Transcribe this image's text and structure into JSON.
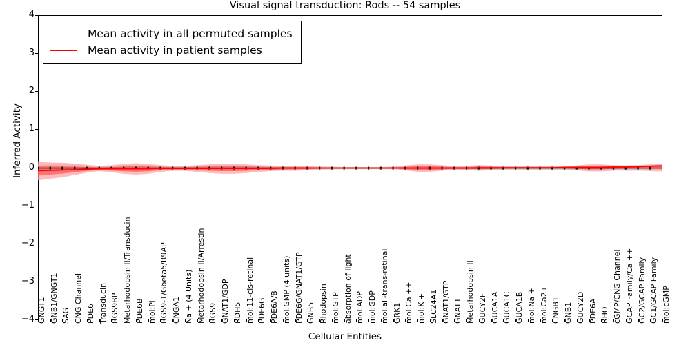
{
  "chart_data": {
    "type": "line",
    "title": "Visual signal transduction: Rods -- 54 samples",
    "xlabel": "Cellular Entities",
    "ylabel": "Inferred Activity",
    "ylim": [
      -4,
      4
    ],
    "yticks": [
      -4,
      -3,
      -2,
      -1,
      0,
      1,
      2,
      3,
      4
    ],
    "ytick_labels": [
      "−4",
      "−3",
      "−2",
      "−1",
      "0",
      "1",
      "2",
      "3",
      "4"
    ],
    "grid": false,
    "legend_position": "upper left",
    "n_samples": 54,
    "categories": [
      "GNGT1",
      "GNB1/GNGT1",
      "SAG",
      "CNG Channel",
      "PDE6",
      "Transducin",
      "RGS9BP",
      "Metarhodopsin II/Transducin",
      "PDE6B",
      "mol:Pi",
      "RGS9-1/Gbeta5/R9AP",
      "CNGA1",
      "Na + (4 Units)",
      "Metarhodopsin II/Arrestin",
      "RGS9",
      "GNAT1/GDP",
      "RDH5",
      "mol:11-cis-retinal",
      "PDE6G",
      "PDE6A/B",
      "mol:GMP (4 units)",
      "PDE6G/GNAT1/GTP",
      "GNB5",
      "Rhodopsin",
      "mol:GTP",
      "absorption of light",
      "mol:ADP",
      "mol:GDP",
      "mol:all-trans-retinal",
      "GRK1",
      "mol:Ca ++",
      "mol:K +",
      "SLC24A1",
      "GNAT1/GTP",
      "GNAT1",
      "Metarhodopsin II",
      "GUCY2F",
      "GUCA1A",
      "GUCA1C",
      "GUCA1B",
      "mol:Na +",
      "mol:Ca2+",
      "CNGB1",
      "GNB1",
      "GUCY2D",
      "PDE6A",
      "RHO",
      "cGMP/CNG Channel",
      "GCAP Family/Ca ++",
      "GC2/GCAP Family",
      "GC1/GCAP Family",
      "mol:cGMP"
    ],
    "series": [
      {
        "name": "Mean activity in all permuted samples",
        "color": "#000000",
        "band_color": "#c8c8c8",
        "values": [
          -0.02,
          -0.02,
          -0.02,
          -0.02,
          -0.02,
          -0.02,
          -0.02,
          -0.02,
          -0.02,
          -0.02,
          -0.02,
          -0.02,
          -0.02,
          -0.02,
          -0.02,
          -0.02,
          -0.02,
          -0.02,
          -0.02,
          -0.02,
          -0.02,
          -0.02,
          -0.02,
          -0.02,
          -0.02,
          -0.02,
          -0.02,
          -0.02,
          -0.02,
          -0.02,
          -0.02,
          -0.02,
          -0.02,
          -0.02,
          -0.02,
          -0.02,
          -0.02,
          -0.02,
          -0.02,
          -0.02,
          -0.02,
          -0.02,
          -0.02,
          -0.02,
          -0.02,
          -0.02,
          -0.02,
          -0.02,
          -0.02,
          -0.02,
          -0.02,
          -0.02
        ],
        "band_lower": [
          -0.11,
          -0.12,
          -0.12,
          -0.11,
          -0.09,
          -0.07,
          -0.08,
          -0.1,
          -0.11,
          -0.1,
          -0.08,
          -0.07,
          -0.07,
          -0.08,
          -0.09,
          -0.1,
          -0.1,
          -0.09,
          -0.08,
          -0.07,
          -0.07,
          -0.07,
          -0.06,
          -0.06,
          -0.06,
          -0.05,
          -0.05,
          -0.05,
          -0.05,
          -0.05,
          -0.06,
          -0.07,
          -0.07,
          -0.06,
          -0.06,
          -0.06,
          -0.06,
          -0.06,
          -0.06,
          -0.06,
          -0.07,
          -0.08,
          -0.08,
          -0.07,
          -0.07,
          -0.07,
          -0.07,
          -0.08,
          -0.09,
          -0.09,
          -0.08,
          -0.08
        ],
        "band_upper": [
          0.07,
          0.08,
          0.08,
          0.07,
          0.05,
          0.03,
          0.04,
          0.06,
          0.07,
          0.06,
          0.04,
          0.03,
          0.03,
          0.04,
          0.05,
          0.06,
          0.06,
          0.05,
          0.04,
          0.03,
          0.03,
          0.03,
          0.02,
          0.02,
          0.02,
          0.01,
          0.01,
          0.01,
          0.01,
          0.01,
          0.02,
          0.03,
          0.03,
          0.02,
          0.02,
          0.02,
          0.02,
          0.02,
          0.02,
          0.02,
          0.03,
          0.04,
          0.04,
          0.03,
          0.03,
          0.03,
          0.03,
          0.04,
          0.05,
          0.05,
          0.04,
          0.04
        ]
      },
      {
        "name": "Mean activity in patient samples",
        "color": "#ff0000",
        "band_color": "#ffa0a0",
        "values": [
          -0.09,
          -0.08,
          -0.07,
          -0.06,
          -0.05,
          -0.04,
          -0.04,
          -0.04,
          -0.04,
          -0.04,
          -0.03,
          -0.03,
          -0.03,
          -0.03,
          -0.03,
          -0.03,
          -0.03,
          -0.03,
          -0.03,
          -0.03,
          -0.02,
          -0.02,
          -0.02,
          -0.02,
          -0.02,
          -0.02,
          -0.02,
          -0.02,
          -0.02,
          -0.02,
          -0.02,
          -0.02,
          -0.02,
          -0.02,
          -0.02,
          -0.02,
          -0.01,
          -0.01,
          -0.01,
          -0.01,
          -0.01,
          -0.01,
          -0.01,
          0.0,
          0.0,
          0.0,
          0.0,
          0.01,
          0.01,
          0.02,
          0.03,
          0.04
        ],
        "band_lower": [
          -0.34,
          -0.3,
          -0.26,
          -0.2,
          -0.14,
          -0.1,
          -0.13,
          -0.17,
          -0.19,
          -0.17,
          -0.12,
          -0.09,
          -0.09,
          -0.12,
          -0.15,
          -0.17,
          -0.17,
          -0.15,
          -0.12,
          -0.1,
          -0.09,
          -0.09,
          -0.07,
          -0.05,
          -0.04,
          -0.03,
          -0.03,
          -0.03,
          -0.03,
          -0.04,
          -0.08,
          -0.12,
          -0.12,
          -0.09,
          -0.06,
          -0.07,
          -0.09,
          -0.08,
          -0.06,
          -0.05,
          -0.05,
          -0.05,
          -0.05,
          -0.05,
          -0.08,
          -0.11,
          -0.11,
          -0.09,
          -0.07,
          -0.08,
          -0.1,
          -0.11
        ],
        "band_upper": [
          0.14,
          0.13,
          0.12,
          0.1,
          0.07,
          0.04,
          0.06,
          0.09,
          0.11,
          0.09,
          0.06,
          0.04,
          0.04,
          0.06,
          0.08,
          0.1,
          0.1,
          0.08,
          0.06,
          0.05,
          0.04,
          0.04,
          0.03,
          0.02,
          0.01,
          0.01,
          0.01,
          0.01,
          0.01,
          0.02,
          0.05,
          0.08,
          0.08,
          0.06,
          0.03,
          0.04,
          0.06,
          0.05,
          0.03,
          0.03,
          0.03,
          0.03,
          0.03,
          0.03,
          0.05,
          0.08,
          0.08,
          0.06,
          0.05,
          0.06,
          0.08,
          0.1
        ]
      }
    ]
  },
  "legend": {
    "items": [
      {
        "label": "Mean activity in all permuted samples",
        "color": "#000000"
      },
      {
        "label": "Mean activity in patient samples",
        "color": "#ff0000"
      }
    ]
  }
}
